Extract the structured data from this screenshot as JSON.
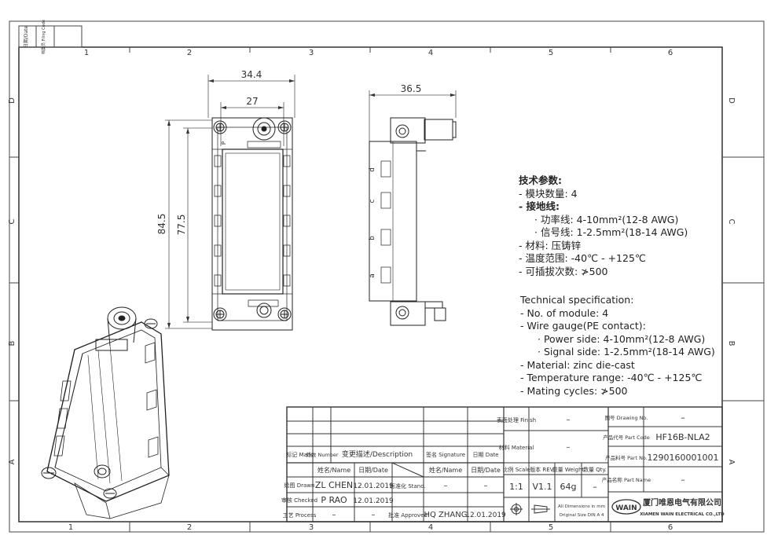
{
  "frame": {
    "cols": [
      "1",
      "2",
      "3",
      "4",
      "5",
      "6"
    ],
    "rows": [
      "D",
      "C",
      "B",
      "A"
    ],
    "filing": {
      "date": "日期/Date",
      "code": "档案员 Filing Code"
    }
  },
  "dims": {
    "w1": "34.4",
    "w2": "27",
    "h1": "84.5",
    "h2": "77.5",
    "w3": "36.5"
  },
  "markers": {
    "p": "P",
    "a": "a",
    "b": "b",
    "c": "c",
    "d": "d"
  },
  "spec_cn": [
    "技术参数:",
    "- 模块数量: 4",
    "- 接地线:",
    "· 功率线: 4-10mm²(12-8 AWG)",
    "· 信号线: 1-2.5mm²(18-14 AWG)",
    "- 材料:  压铸锌",
    "- 温度范围: -40℃ - +125℃",
    "- 可插拔次数: ≯500"
  ],
  "spec_en": [
    "Technical specification:",
    "- No. of module: 4",
    "- Wire gauge(PE contact):",
    "· Power side: 4-10mm²(12-8 AWG)",
    "· Signal side: 1-2.5mm²(18-14 AWG)",
    "- Material: zinc die-cast",
    "- Temperature range: -40℃ - +125℃",
    "- Mating cycles: ≯500"
  ],
  "title_block": {
    "mark": "标记 Mark",
    "number": "处数 Number",
    "description": "变更描述/Description",
    "signature": "签名 Signature",
    "date": "日期 Date",
    "name_h": "姓名/Name",
    "date_h": "日期/Date",
    "standard": "标准化 Stand.",
    "approved": "批准 Approved",
    "drawn": "绘图 Drawn",
    "checked": "审核 Checked",
    "process": "工艺 Process",
    "drawn_name": "ZL CHEN",
    "drawn_date": "12.01.2019",
    "checked_name": "P RAO",
    "checked_date": "12.01.2019",
    "process_name": "–",
    "process_date": "–",
    "stand_name": "–",
    "stand_date": "–",
    "approved_name": "HQ ZHANG",
    "approved_date": "12.01.2019",
    "finish": "表面处理 Finish",
    "finish_val": "–",
    "material": "材料 Material",
    "material_val": "–",
    "scale": "比例 Scale",
    "rev": "版本 REV.",
    "weight": "重量 Weight",
    "qty": "数量 Qty.",
    "scale_val": "1:1",
    "rev_val": "V1.1",
    "weight_val": "64g",
    "qty_val": "–",
    "units_note_1": "All Dimensions in mm",
    "units_note_2": "Original Size DIN A 4",
    "drawing_no": "图号 Drawing No.",
    "drawing_no_val": "–",
    "part_code": "产品代号 Part Code",
    "part_code_val": "HF16B-NLA2",
    "part_no": "产品料号 Part No.",
    "part_no_val": "1290160001001",
    "part_name": "产品名称 Part Name",
    "part_name_val": "–",
    "logo": "WAIN",
    "company_cn": "厦门唯恩电气有限公司",
    "company_en": "XIAMEN WAIN ELECTRICAL CO.,LTD"
  }
}
